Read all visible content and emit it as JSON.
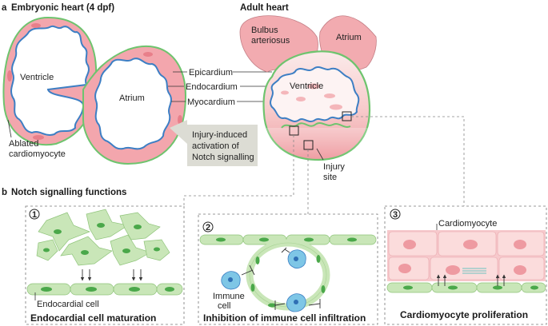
{
  "panel_a": {
    "letter": "a",
    "embryonic_title": "Embryonic heart (4 dpf)",
    "adult_title": "Adult heart",
    "ventricle": "Ventricle",
    "atrium": "Atrium",
    "bulbus_line1": "Bulbus",
    "bulbus_line2": "arteriosus",
    "adult_atrium": "Atrium",
    "adult_ventricle": "Ventricle",
    "epicardium": "Epicardium",
    "endocardium": "Endocardium",
    "myocardium": "Myocardium",
    "ablated_line1": "Ablated",
    "ablated_line2": "cardiomyocyte",
    "injury_line1": "Injury-induced",
    "injury_line2": "activation of",
    "injury_line3": "Notch signalling",
    "injury_site_line1": "Injury",
    "injury_site_line2": "site"
  },
  "panel_b": {
    "letter": "b",
    "title": "Notch signalling functions",
    "box1_num": "1",
    "box1_cell": "Endocardial cell",
    "box1_caption": "Endocardial cell maturation",
    "box2_num": "2",
    "box2_immune_line1": "Immune",
    "box2_immune_line2": "cell",
    "box2_caption": "Inhibition of immune cell infiltration",
    "box3_num": "3",
    "box3_cell": "Cardiomyocyte",
    "box3_caption": "Cardiomyocyte proliferation"
  },
  "colors": {
    "myocardium_pink": "#f3a6ad",
    "tissue_light": "#fce4e4",
    "epicardium_green": "#6ec46e",
    "endocardium_blue": "#3d7fc4",
    "cell_green": "#c9e6b8",
    "nucleus_green": "#4aa84a",
    "immune_blue": "#7ec6e6",
    "callout_grey": "#dcdcd4"
  }
}
